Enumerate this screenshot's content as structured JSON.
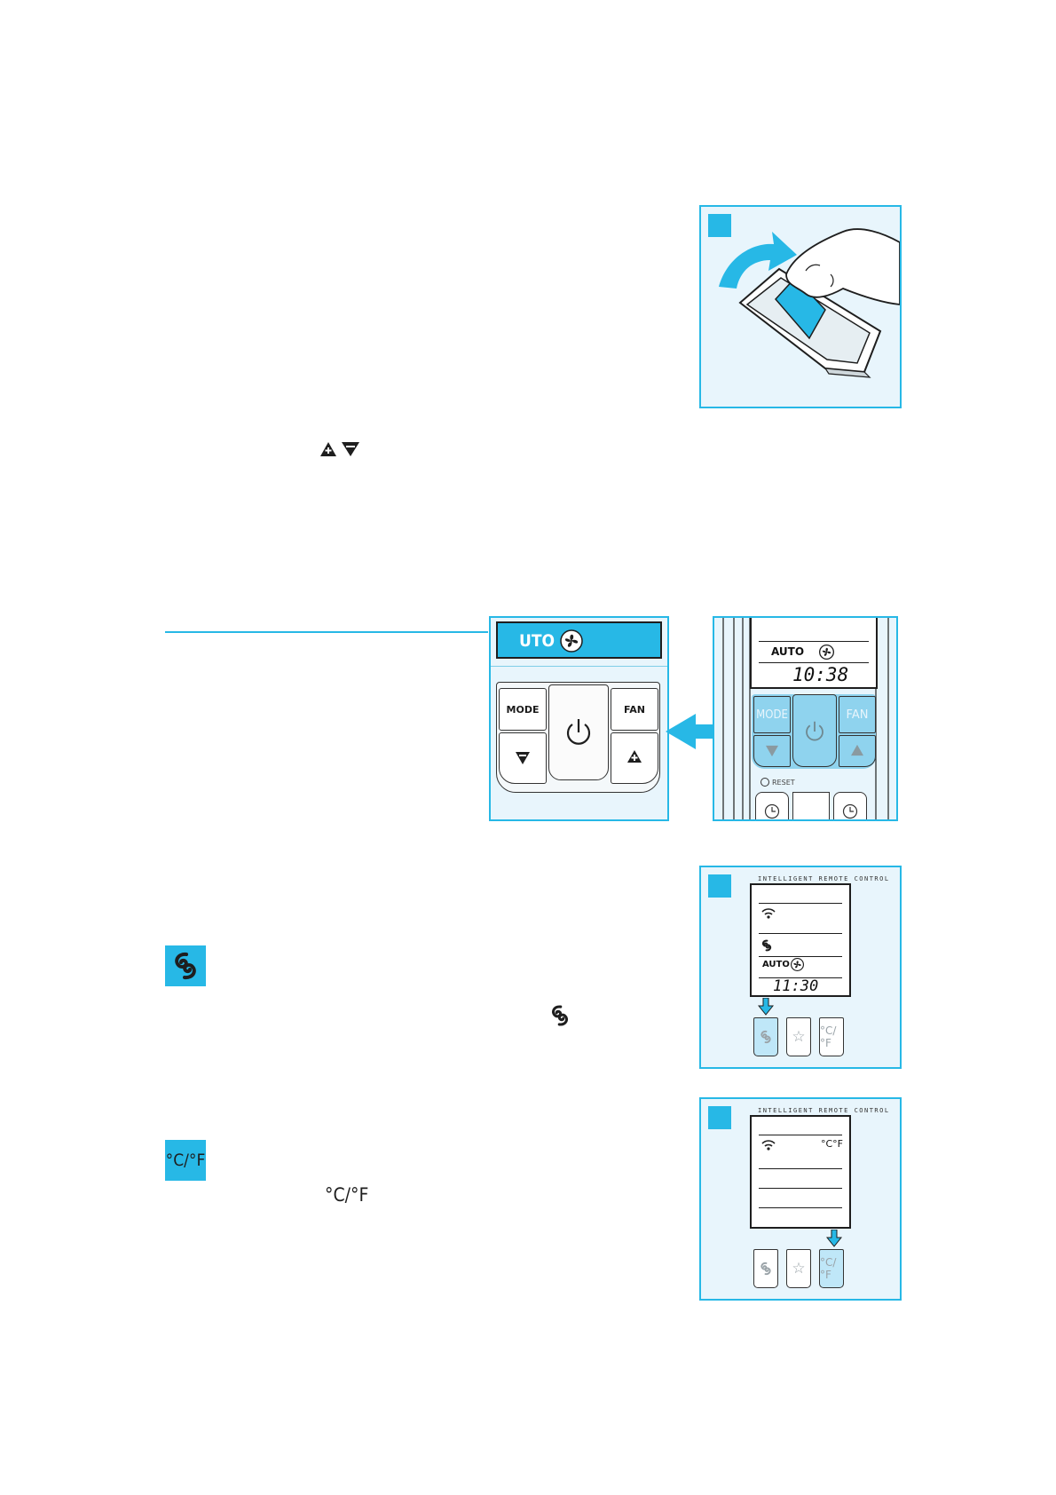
{
  "inline_icons": {
    "up_down": "up-down-arrow-icons",
    "swing": "swing-icon",
    "celsius_fahrenheit": "celsius-fahrenheit-icon"
  },
  "remote_zoom": {
    "display_mode": "UTO",
    "buttons": {
      "mode": "MODE",
      "fan": "FAN"
    }
  },
  "remote_full": {
    "display_mode": "AUTO",
    "display_time": "10:38",
    "buttons": {
      "mode": "MODE",
      "fan": "FAN",
      "reset": "RESET"
    }
  },
  "swing_panel": {
    "header": "INTELLIGENT REMOTE CONTROL",
    "display_mode": "AUTO",
    "display_time": "11:30"
  },
  "temp_panel": {
    "header": "INTELLIGENT REMOTE CONTROL",
    "display_unit": "°C°F",
    "unit_symbol_c": "°C",
    "unit_symbol_slash": "/",
    "unit_symbol_f": "°F"
  },
  "colors": {
    "accent": "#27b8e6",
    "panel_bg": "#e8f5fc",
    "light_accent": "#bfe7f8",
    "ink": "#1a1a1a"
  }
}
